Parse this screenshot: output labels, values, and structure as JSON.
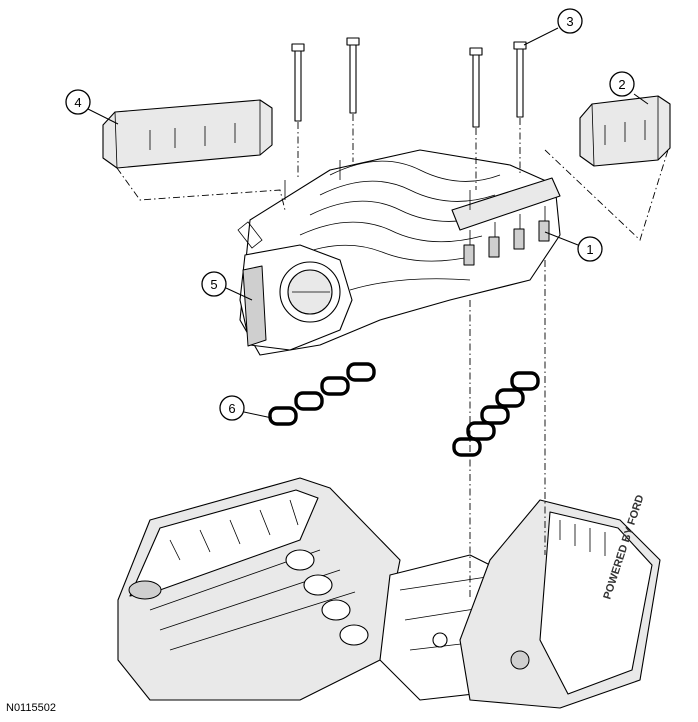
{
  "figure_id": "N0115502",
  "engine_cover_text": "POWERED BY FORD",
  "callouts": [
    "1",
    "2",
    "3",
    "4",
    "5",
    "6"
  ]
}
